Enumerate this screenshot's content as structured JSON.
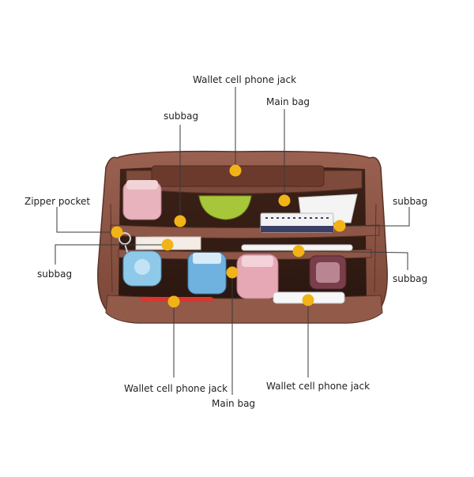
{
  "labels": {
    "wallet_top": "Wallet cell phone jack",
    "main_bag_top": "Main bag",
    "subbag_top": "subbag",
    "zipper_pocket": "Zipper pocket",
    "subbag_left": "subbag",
    "subbag_right_top": "subbag",
    "subbag_right_bottom": "subbag",
    "wallet_bottom_left": "Wallet cell phone jack",
    "main_bag_bottom": "Main bag",
    "wallet_bottom_right": "Wallet cell phone jack"
  },
  "colors": {
    "felt": "#8a5444",
    "felt_dark": "#5a3328",
    "marker": "#f2b316",
    "leader": "#3a3a3a"
  }
}
